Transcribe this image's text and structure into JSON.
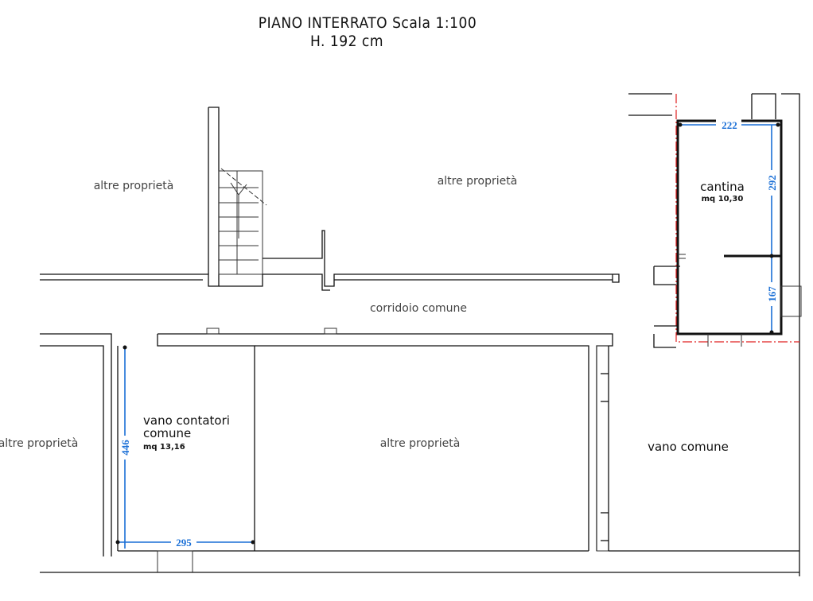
{
  "title": {
    "line1": "PIANO INTERRATO Scala 1:100",
    "line2": "H. 192 cm"
  },
  "labels": {
    "altre_top_left": "altre proprietà",
    "altre_top_center": "altre proprietà",
    "altre_bottom_left": "altre proprietà",
    "altre_bottom_center": "altre proprietà",
    "corridoio": "corridoio comune",
    "vano_comune": "vano comune"
  },
  "cantina": {
    "name": "cantina",
    "area": "mq 10,30",
    "dim_width": "222",
    "dim_height_upper": "292",
    "dim_height_lower": "167"
  },
  "vano_contatori": {
    "name_line1": "vano contatori",
    "name_line2": "comune",
    "area": "mq 13,16",
    "dim_height": "446",
    "dim_width": "295"
  },
  "colors": {
    "dimension": "#1a6fd6",
    "boundary": "#e02020",
    "wall": "#111111"
  }
}
